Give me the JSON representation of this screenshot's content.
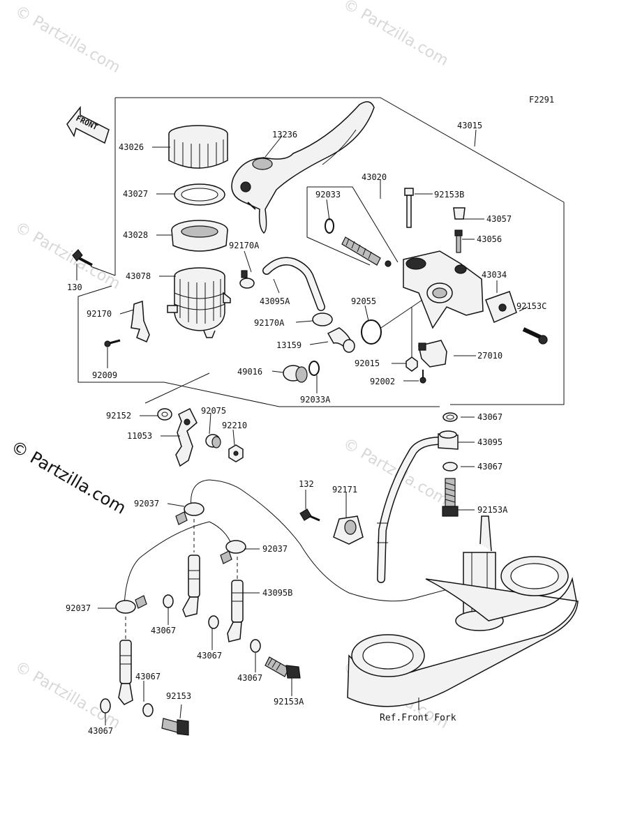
{
  "figure_code": "F2291",
  "direction_tag": "FRONT",
  "reference_note": "Ref.Front Fork",
  "watermark_text": "© Partzilla.com",
  "labels": {
    "p43026": "43026",
    "p13236": "13236",
    "p43015": "43015",
    "p43027": "43027",
    "p43020": "43020",
    "p92033": "92033",
    "p92153B": "92153B",
    "p43057": "43057",
    "p43028": "43028",
    "p43056": "43056",
    "p92170A_top": "92170A",
    "p130": "130",
    "p43078": "43078",
    "p43034": "43034",
    "p43095A": "43095A",
    "p92055": "92055",
    "p92153C": "92153C",
    "p92170": "92170",
    "p92170A_mid": "92170A",
    "p13159": "13159",
    "p92015": "92015",
    "p27010": "27010",
    "p49016": "49016",
    "p92002": "92002",
    "p92009": "92009",
    "p92033A": "92033A",
    "p92152": "92152",
    "p92075": "92075",
    "p43067_a": "43067",
    "p92210": "92210",
    "p11053": "11053",
    "p43095": "43095",
    "p43067_b": "43067",
    "p132": "132",
    "p92171": "92171",
    "p92037_a": "92037",
    "p92153A_top": "92153A",
    "p92037_b": "92037",
    "p43095B": "43095B",
    "p92037_c": "92037",
    "p43067_c": "43067",
    "p43067_d": "43067",
    "p43067_e": "43067",
    "p43067_f": "43067",
    "p43067_g": "43067",
    "p92153": "92153",
    "p92153A_bot": "92153A"
  }
}
